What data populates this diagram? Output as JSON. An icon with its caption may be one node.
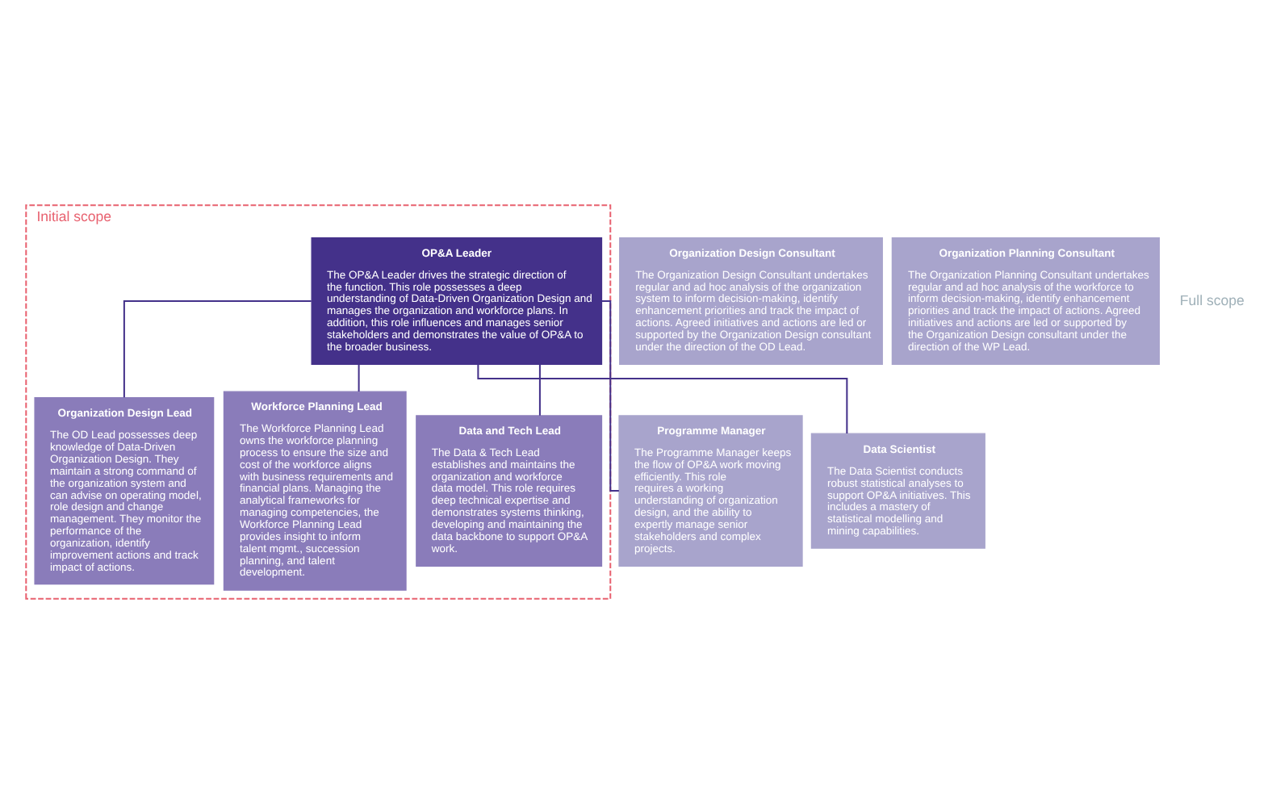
{
  "diagram": {
    "nodes": [
      {
        "text": [
          "Initial scope"
        ]
      },
      {
        "text": [
          "OP&A Leader",
          "The OP&A Leader drives the strategic direction of the function. This role possesses a deep understanding of Data-Driven Organization Design and manages the organization and workforce plans. In addition, this role influences and manages senior stakeholders and demonstrates the value of OP&A to the broader business."
        ],
        "in": 0
      },
      {
        "text": [
          "Programme Manager",
          "The Programme Manager keeps the flow of OP&A work moving efficiently. This role requires a working understanding of organization design, and the ability to expertly manage senior stakeholders and complex projects."
        ]
      },
      {
        "text": [
          "Organization Design Lead",
          "The OD Lead possesses deep knowledge of Data-Driven Organization Design. They maintain a strong command of the organization system and can advise on operating model, role design and change management. They monitor the performance of the organization, identify improvement actions and track impact of actions."
        ],
        "in": 0
      },
      {
        "text": [
          "Workforce Planning Lead",
          "The Workforce Planning Lead owns the workforce planning process to ensure the size and cost of the workforce aligns with business requirements and financial plans. Managing the analytical frameworks for managing competencies, the Workforce Planning Lead provides insight to inform talent mgmt., succession planning, and talent development."
        ],
        "in": 0
      },
      {
        "text": [
          "Data and Tech Lead",
          "The Data & Tech Lead establishes and maintains the organization and workforce data model. This role requires deep technical expertise and demonstrates systems thinking, developing and maintaining the data backbone to support OP&A work."
        ],
        "in": 0
      },
      {
        "text": [
          "Data Scientist",
          "The Data Scientist conducts robust statistical analyses to support OP&A initiatives. This includes a mastery of statistical modelling and mining capabilities."
        ]
      },
      {
        "text": [
          "Organization Design Consultant",
          "The Organization Design Consultant undertakes regular and ad hoc analysis of the organization system to inform decision-making, identify enhancement priorities and track the impact of actions. Agreed initiatives and actions are led or supported by the Organization Design consultant under the direction of the OD Lead."
        ]
      },
      {
        "text": [
          "Organization Planning Consultant",
          "The Organization Planning Consultant undertakes regular and ad hoc analysis of the workforce to inform decision-making, identify enhancement priorities and track the impact of actions. Agreed initiatives and actions are led or supported by the Organization Design consultant under the direction of the WP Lead."
        ]
      }
    ],
    "edges": [
      {
        "from": 1,
        "to": 2,
        "arrow": "none"
      },
      {
        "from": 1,
        "to": 3,
        "arrow": "none"
      },
      {
        "from": 1,
        "to": 4,
        "arrow": "none"
      },
      {
        "from": 1,
        "to": 5,
        "arrow": "none"
      },
      {
        "from": 1,
        "to": 6,
        "arrow": "none"
      }
    ],
    "labels": [
      "Full scope"
    ]
  }
}
